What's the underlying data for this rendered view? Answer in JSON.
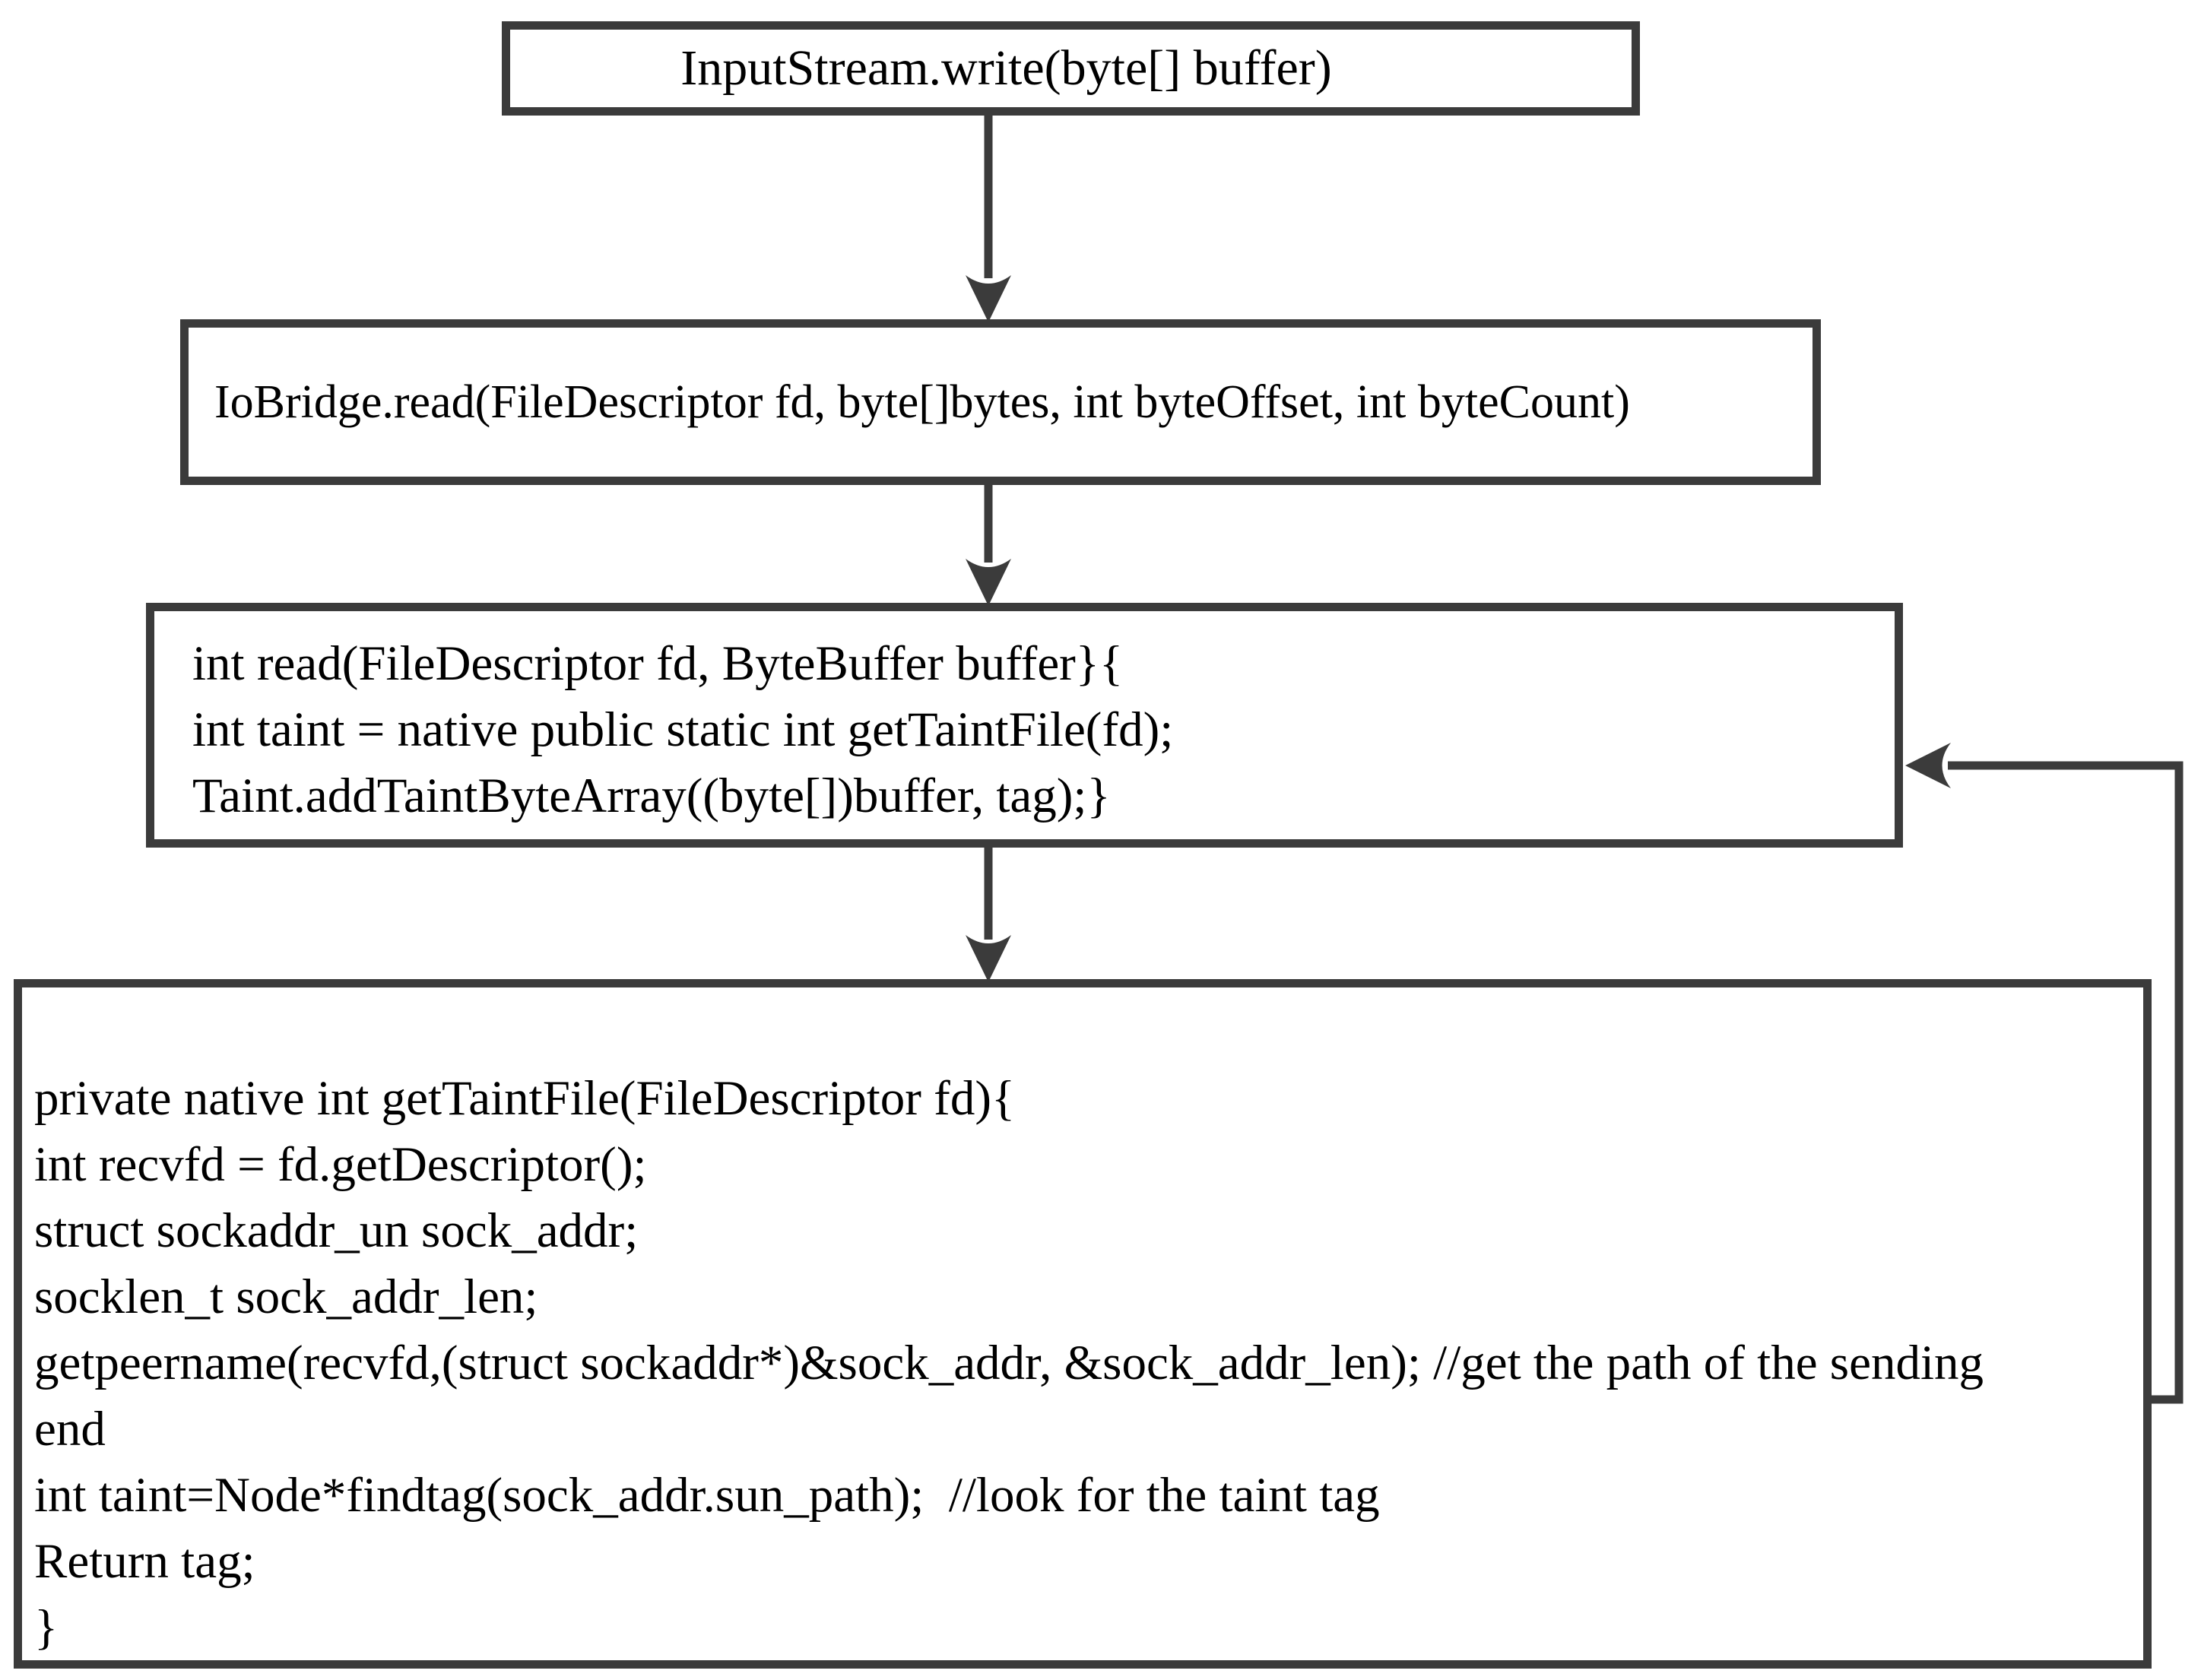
{
  "diagram": {
    "type": "flowchart",
    "colors": {
      "line": "#3b3b3b",
      "text": "#000000",
      "background": "#ffffff"
    },
    "nodes": [
      {
        "id": "inputstream-write",
        "text": "InputStream.write(byte[] buffer)"
      },
      {
        "id": "iobridge-read",
        "text": "IoBridge.read(FileDescriptor fd, byte[]bytes, int byteOffset, int byteCount)"
      },
      {
        "id": "read-addtaint",
        "lines": [
          "int read(FileDescriptor fd, ByteBuffer buffer}{",
          "int taint = native public static int getTaintFile(fd);",
          "Taint.addTaintByteArray((byte[])buffer, tag);}"
        ]
      },
      {
        "id": "gettaintfile-native",
        "lines": [
          "private native int getTaintFile(FileDescriptor fd){",
          "int recvfd = fd.getDescriptor();",
          "struct sockaddr_un sock_addr;",
          "socklen_t sock_addr_len;",
          "getpeername(recvfd,(struct sockaddr*)&sock_addr, &sock_addr_len); //get the path of the sending",
          "end",
          "int taint=Node*findtag(sock_addr.sun_path);  //look for the taint tag",
          "Return tag;",
          "}"
        ]
      }
    ],
    "connectors": [
      {
        "id": "arrow-inputstream-to-iobridge",
        "type": "down-arrow"
      },
      {
        "id": "arrow-iobridge-to-read",
        "type": "down-arrow"
      },
      {
        "id": "arrow-read-to-gettaintfile",
        "type": "down-arrow"
      },
      {
        "id": "arrow-feedback-gettaintfile-to-read",
        "type": "elbow-arrow-left"
      }
    ]
  }
}
